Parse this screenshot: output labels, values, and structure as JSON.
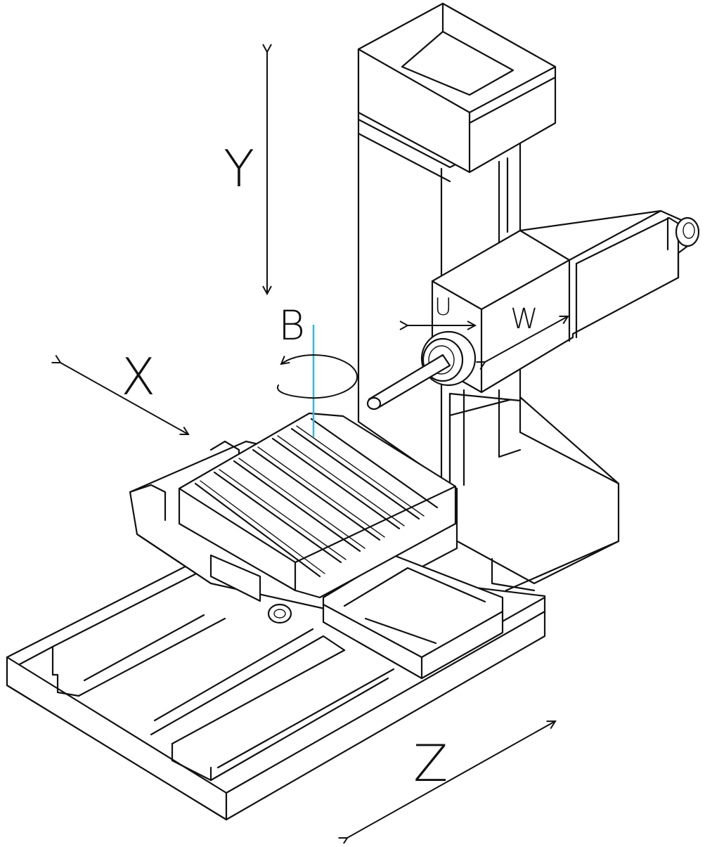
{
  "diagram": {
    "axis_labels": {
      "x": "X",
      "y": "Y",
      "z": "Z",
      "b": "B",
      "u": "U",
      "w": "W"
    },
    "colors": {
      "line": "#111111",
      "rotation_axis": "#3ab6d8",
      "background": "#ffffff"
    },
    "components": [
      "base-bed",
      "saddle",
      "rotary-table",
      "column",
      "spindle-head",
      "boring-spindle",
      "facing-head",
      "counterweight-box"
    ]
  }
}
